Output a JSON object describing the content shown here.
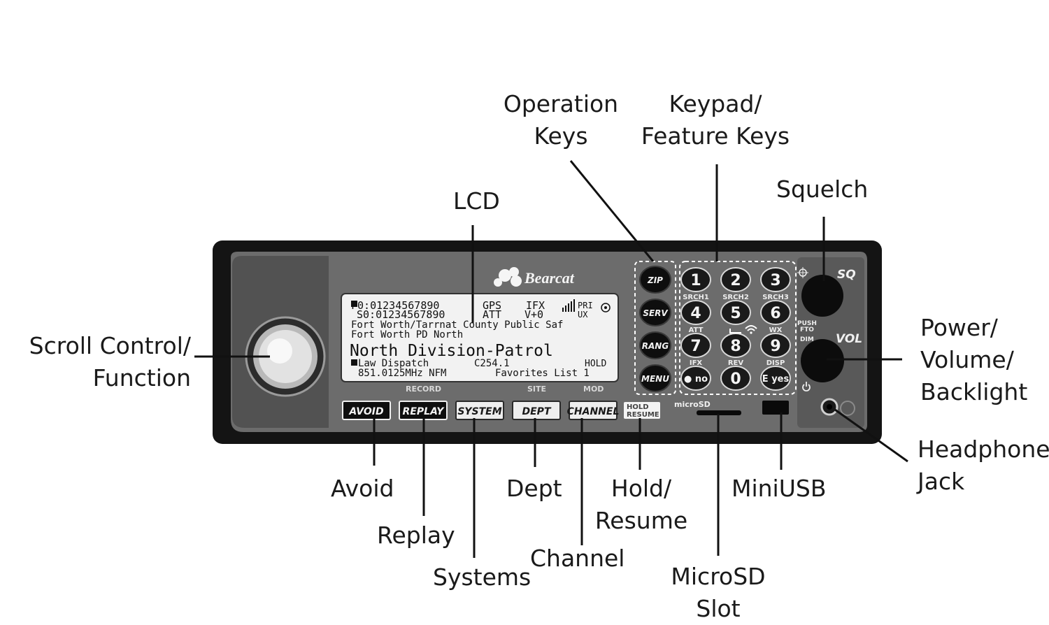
{
  "callouts": {
    "operation_keys": [
      "Operation",
      "Keys"
    ],
    "keypad": [
      "Keypad/",
      "Feature Keys"
    ],
    "squelch": [
      "Squelch"
    ],
    "lcd": [
      "LCD"
    ],
    "scroll": [
      "Scroll Control/",
      "Function"
    ],
    "power": [
      "Power/",
      "Volume/",
      "Backlight"
    ],
    "headphone": [
      "Headphone",
      "Jack"
    ],
    "avoid": [
      "Avoid"
    ],
    "replay": [
      "Replay"
    ],
    "systems": [
      "Systems"
    ],
    "dept": [
      "Dept"
    ],
    "channel": [
      "Channel"
    ],
    "hold": [
      "Hold/",
      "Resume"
    ],
    "miniusb": [
      "MiniUSB"
    ],
    "microsd": [
      "MicroSD",
      "Slot"
    ]
  },
  "device": {
    "brand": "Bearcat",
    "lcd_lines": {
      "l1a": "F0:01234567890",
      "l1b": "GPS",
      "l1c": "IFX",
      "l1d": "PRI",
      "l2a": "S0:01234567890",
      "l2b": "ATT",
      "l2c": "V+0",
      "l2d": "UX",
      "l3": "Fort Worth/Tarrnat County Public Saf",
      "l4": "Fort Worth PD North",
      "l5": "North Division-Patrol",
      "l6a": "Law Dispatch",
      "l6b": "C254.1",
      "l6c": "HOLD",
      "l7a": "851.0125MHz NFM",
      "l7b": "Favorites List 1"
    },
    "op_keys": [
      "ZIP",
      "SERV",
      "RANG",
      "MENU"
    ],
    "keypad": [
      {
        "digit": "1",
        "sub": "SRCH1"
      },
      {
        "digit": "2",
        "sub": "SRCH2"
      },
      {
        "digit": "3",
        "sub": "SRCH3"
      },
      {
        "digit": "4",
        "sub": "ATT"
      },
      {
        "digit": "5",
        "sub": ""
      },
      {
        "digit": "6",
        "sub": "WX"
      },
      {
        "digit": "7",
        "sub": "IFX"
      },
      {
        "digit": "8",
        "sub": "REV"
      },
      {
        "digit": "9",
        "sub": "DISP"
      },
      {
        "digit": "● no",
        "sub": ""
      },
      {
        "digit": "0",
        "sub": ""
      },
      {
        "digit": "E yes",
        "sub": ""
      }
    ],
    "bottom_buttons": [
      "AVOID",
      "REPLAY",
      "SYSTEM",
      "DEPT",
      "CHANNEL"
    ],
    "above_labels": {
      "record": "RECORD",
      "site": "SITE",
      "mod": "MOD"
    },
    "hold_resume": [
      "HOLD",
      "RESUME"
    ],
    "knob_labels": {
      "sq": "SQ",
      "vol": "VOL",
      "push": "PUSH",
      "fto": "FTO",
      "dim": "DIM"
    },
    "port_labels": {
      "microsd": "microSD"
    }
  },
  "colors": {
    "bezel": "#141414",
    "faceplate": "#6e6e6e",
    "lcd": "#f2f2f2",
    "label_text": "#1a1a1a"
  }
}
